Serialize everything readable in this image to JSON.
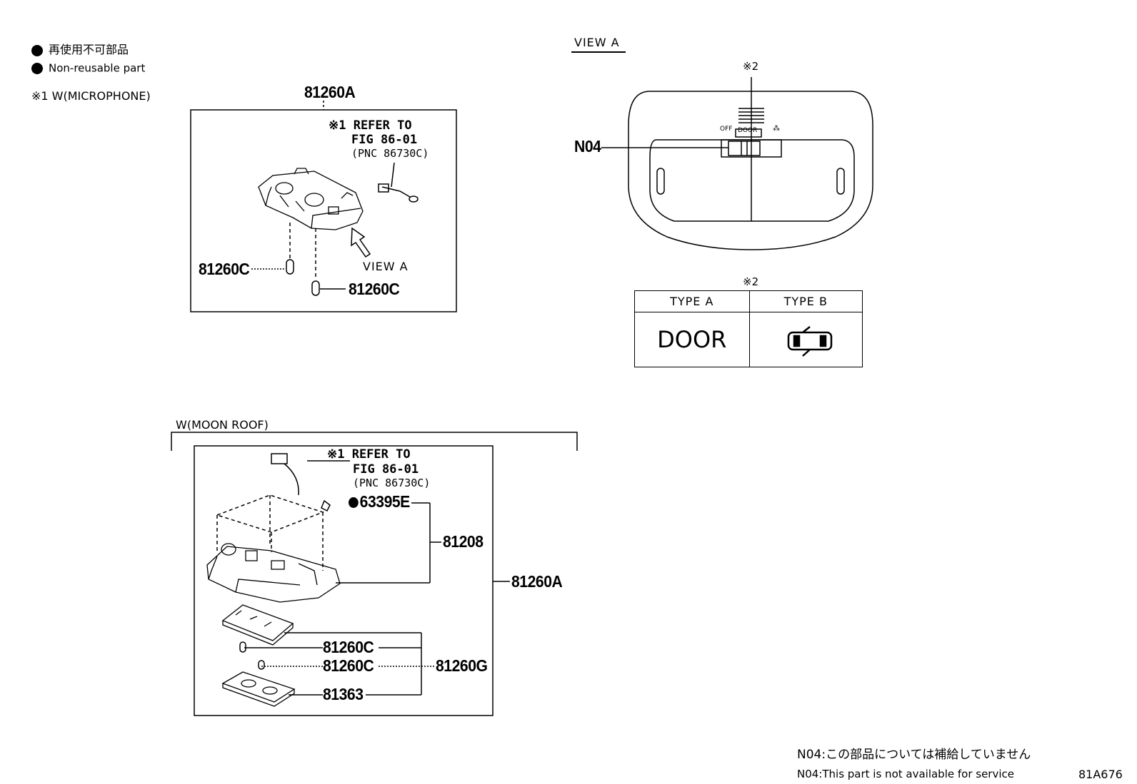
{
  "legend": {
    "jp_label": "再使用不可部品",
    "en_label": "Non-reusable part",
    "note1": "※1 W(MICROPHONE)"
  },
  "top_box": {
    "part_number": "81260A",
    "refer_line1": "※1 REFER TO",
    "refer_line2": "FIG 86-01",
    "refer_line3": "(PNC 86730C)",
    "bulb_left": "81260C",
    "bulb_right": "81260C",
    "view_label": "VIEW A"
  },
  "view_a": {
    "title": "VIEW A",
    "note_mark": "※2",
    "switch_off": "OFF",
    "switch_door": "DOOR",
    "callout": "N04"
  },
  "type_table": {
    "note_mark": "※2",
    "headers": [
      "TYPE A",
      "TYPE B"
    ],
    "type_a_value": "DOOR"
  },
  "moon_roof": {
    "title": "W(MOON ROOF)",
    "refer_line1": "※1 REFER TO",
    "refer_line2": "FIG 86-01",
    "refer_line3": "(PNC 86730C)",
    "clip": "63395E",
    "housing": "81208",
    "assembly": "81260A",
    "bulb1": "81260C",
    "bulb2": "81260C",
    "sub_assembly": "81260G",
    "lens": "81363"
  },
  "footer": {
    "note_jp": "N04:この部品については補給していません",
    "note_en": "N04:This part is not available for service",
    "figure_id": "81A676"
  }
}
